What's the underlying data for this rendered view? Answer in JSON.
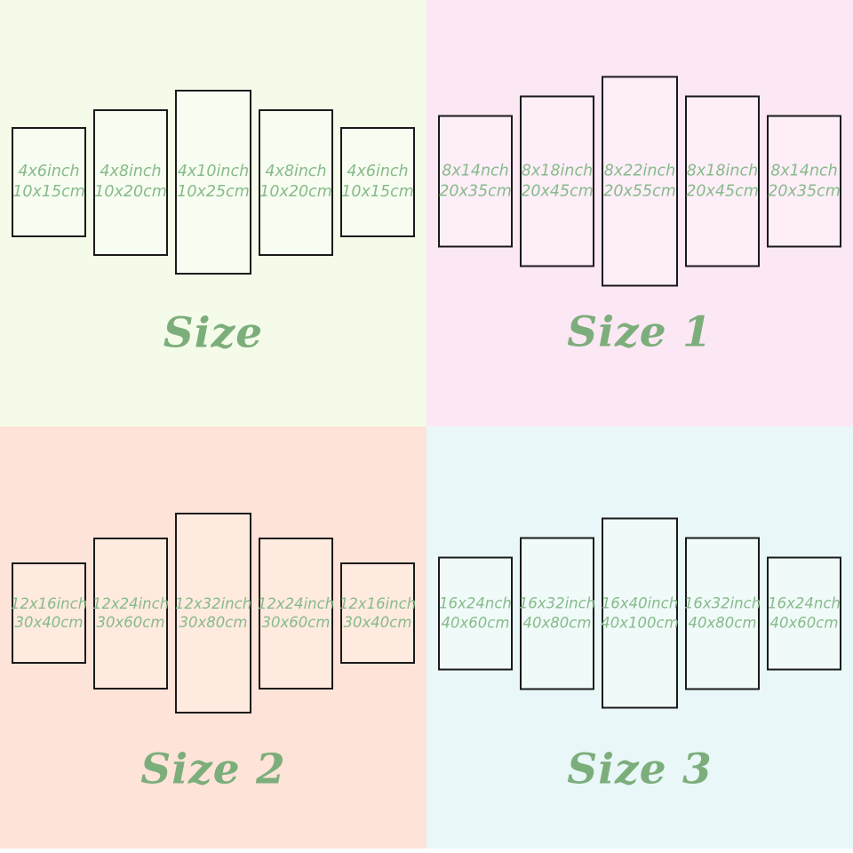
{
  "colors": {
    "label_text": "#87ba8a",
    "title_text": "#7cae7b",
    "panel_border": "#1a1a1a",
    "bottom_strip": "#ffffff"
  },
  "quadrants": [
    {
      "id": "size",
      "title": "Size",
      "background": "#f4fbe9",
      "panel_fill": "#f7fdf0",
      "panels": [
        {
          "inch": "4x6inch",
          "cm": "10x15cm"
        },
        {
          "inch": "4x8inch",
          "cm": "10x20cm"
        },
        {
          "inch": "4x10inch",
          "cm": "10x25cm"
        },
        {
          "inch": "4x8inch",
          "cm": "10x20cm"
        },
        {
          "inch": "4x6inch",
          "cm": "10x15cm"
        }
      ]
    },
    {
      "id": "size-1",
      "title": "Size 1",
      "background": "#fce7f5",
      "panel_fill": "#fdeef8",
      "panels": [
        {
          "inch": "8x14nch",
          "cm": "20x35cm"
        },
        {
          "inch": "8x18inch",
          "cm": "20x45cm"
        },
        {
          "inch": "8x22inch",
          "cm": "20x55cm"
        },
        {
          "inch": "8x18inch",
          "cm": "20x45cm"
        },
        {
          "inch": "8x14nch",
          "cm": "20x35cm"
        }
      ]
    },
    {
      "id": "size-2",
      "title": "Size 2",
      "background": "#fee3d8",
      "panel_fill": "#ffeadf",
      "panels": [
        {
          "inch": "12x16inch",
          "cm": "30x40cm"
        },
        {
          "inch": "12x24inch",
          "cm": "30x60cm"
        },
        {
          "inch": "12x32inch",
          "cm": "30x80cm"
        },
        {
          "inch": "12x24inch",
          "cm": "30x60cm"
        },
        {
          "inch": "12x16inch",
          "cm": "30x40cm"
        }
      ]
    },
    {
      "id": "size-3",
      "title": "Size 3",
      "background": "#e9f7f8",
      "panel_fill": "#f0fbf9",
      "panels": [
        {
          "inch": "16x24nch",
          "cm": "40x60cm"
        },
        {
          "inch": "16x32inch",
          "cm": "40x80cm"
        },
        {
          "inch": "16x40inch",
          "cm": "40x100cm"
        },
        {
          "inch": "16x32inch",
          "cm": "40x80cm"
        },
        {
          "inch": "16x24nch",
          "cm": "40x60cm"
        }
      ]
    }
  ]
}
